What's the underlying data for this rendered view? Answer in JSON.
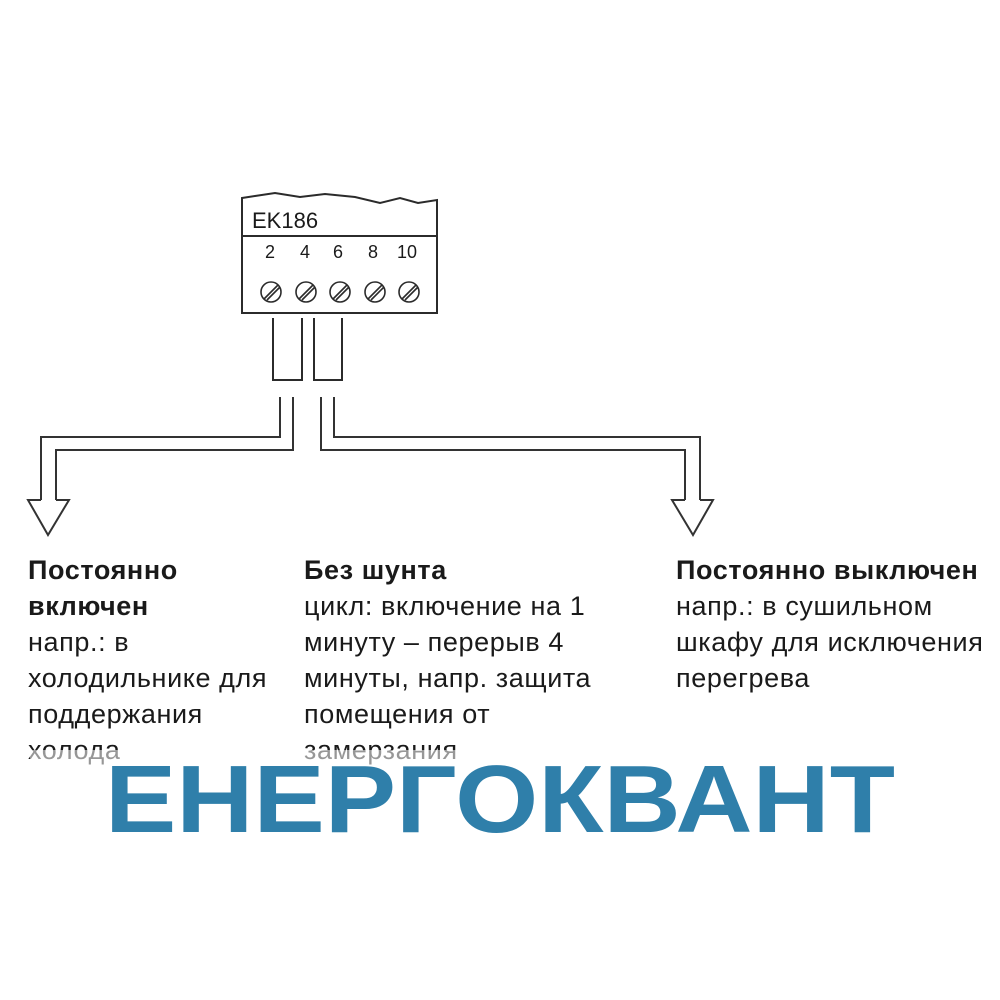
{
  "device": {
    "model": "EK186",
    "terminals": [
      "2",
      "4",
      "6",
      "8",
      "10"
    ]
  },
  "options": [
    {
      "title": "Постоянно включен",
      "body": "напр.: в холодильнике для поддержания холода"
    },
    {
      "title": "Без шунта",
      "body": "цикл: включение на 1 минуту – перерыв 4 минуты, напр. защита помещения от замерзания"
    },
    {
      "title": "Постоянно выключен",
      "body": "напр.: в сушильном шкафу для исключения перегрева"
    }
  ],
  "watermark": {
    "text": "ЕНЕРГОКВАНТ",
    "color": "#2f7faa"
  }
}
